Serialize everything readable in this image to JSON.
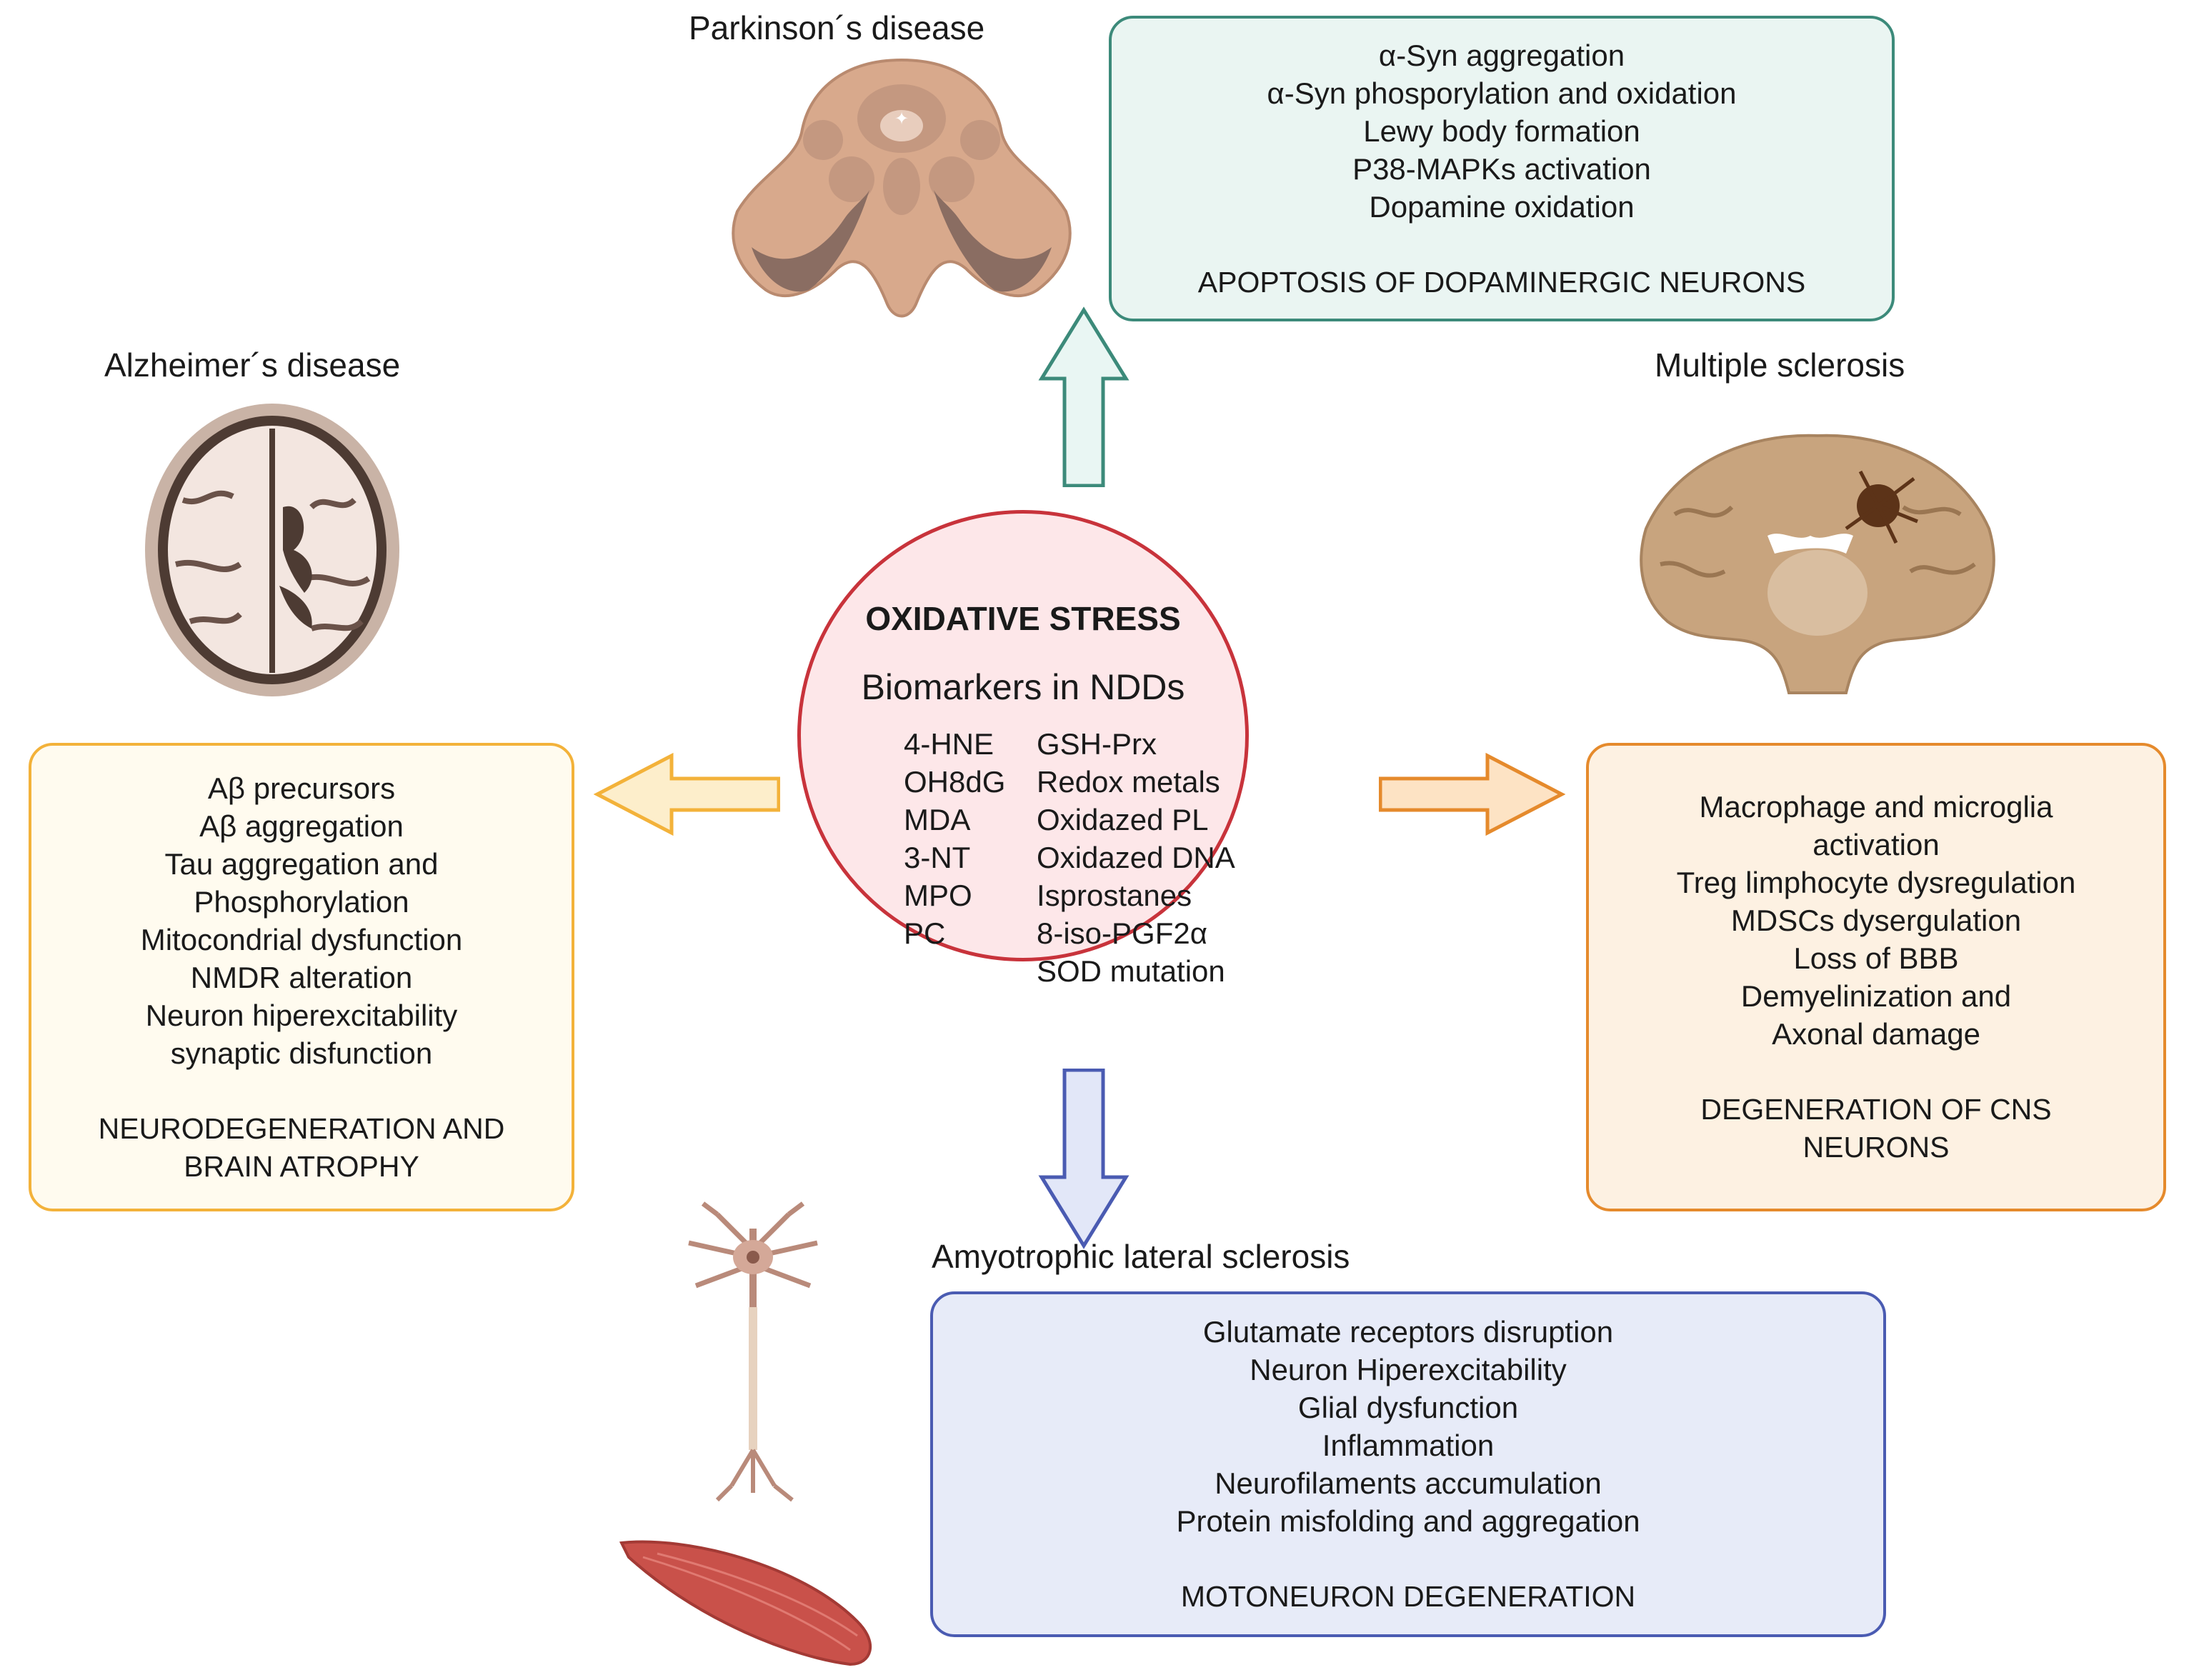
{
  "center": {
    "title": "OXIDATIVE STRESS",
    "subtitle": "Biomarkers in NDDs",
    "biomarkers_left": [
      "4-HNE",
      "OH8dG",
      "MDA",
      "3-NT",
      "MPO",
      "PC"
    ],
    "biomarkers_right": [
      "GSH-Prx",
      "Redox metals",
      "Oxidazed PL",
      "Oxidazed DNA",
      "Isprostanes",
      "8-iso-PGF2α",
      "SOD mutation"
    ]
  },
  "parkinson": {
    "title": "Parkinson´s disease",
    "lines": [
      "α-Syn aggregation",
      "α-Syn phosporylation and oxidation",
      "Lewy body formation",
      "P38-MAPKs activation",
      "Dopamine oxidation"
    ],
    "outcome": "APOPTOSIS OF DOPAMINERGIC NEURONS"
  },
  "alzheimer": {
    "title": "Alzheimer´s disease",
    "lines": [
      "Aβ precursors",
      "Aβ aggregation",
      "Tau aggregation and",
      "Phosphorylation",
      "Mitocondrial dysfunction",
      "NMDR alteration",
      "Neuron hiperexcitability",
      "synaptic disfunction"
    ],
    "outcome": [
      "NEURODEGENERATION AND",
      "BRAIN ATROPHY"
    ]
  },
  "ms": {
    "title": "Multiple sclerosis",
    "lines": [
      "Macrophage and microglia",
      "activation",
      "Treg limphocyte dysregulation",
      "MDSCs dysergulation",
      "Loss of BBB",
      "Demyelinization and",
      "Axonal damage"
    ],
    "outcome": [
      "DEGENERATION OF CNS",
      "NEURONS"
    ]
  },
  "als": {
    "title": "Amyotrophic lateral sclerosis",
    "lines": [
      "Glutamate receptors disruption",
      "Neuron Hiperexcitability",
      "Glial dysfunction",
      "Inflammation",
      "Neurofilaments accumulation",
      "Protein misfolding and  aggregation"
    ],
    "outcome": "MOTONEURON DEGENERATION"
  },
  "colors": {
    "center_fill": "#fde7e9",
    "center_border": "#c8333b",
    "pd_fill": "#eaf5f2",
    "pd_border": "#3c8a7a",
    "ad_fill": "#fffbef",
    "ad_border": "#f3b23a",
    "ms_fill": "#fdf1e2",
    "ms_border": "#e58a2c",
    "als_fill": "#e7ebf8",
    "als_border": "#4a5bb2"
  },
  "icons": [
    "midbrain-section-icon",
    "axial-brain-atrophy-icon",
    "coronal-brain-lesion-icon",
    "motor-neuron-icon",
    "muscle-icon"
  ]
}
